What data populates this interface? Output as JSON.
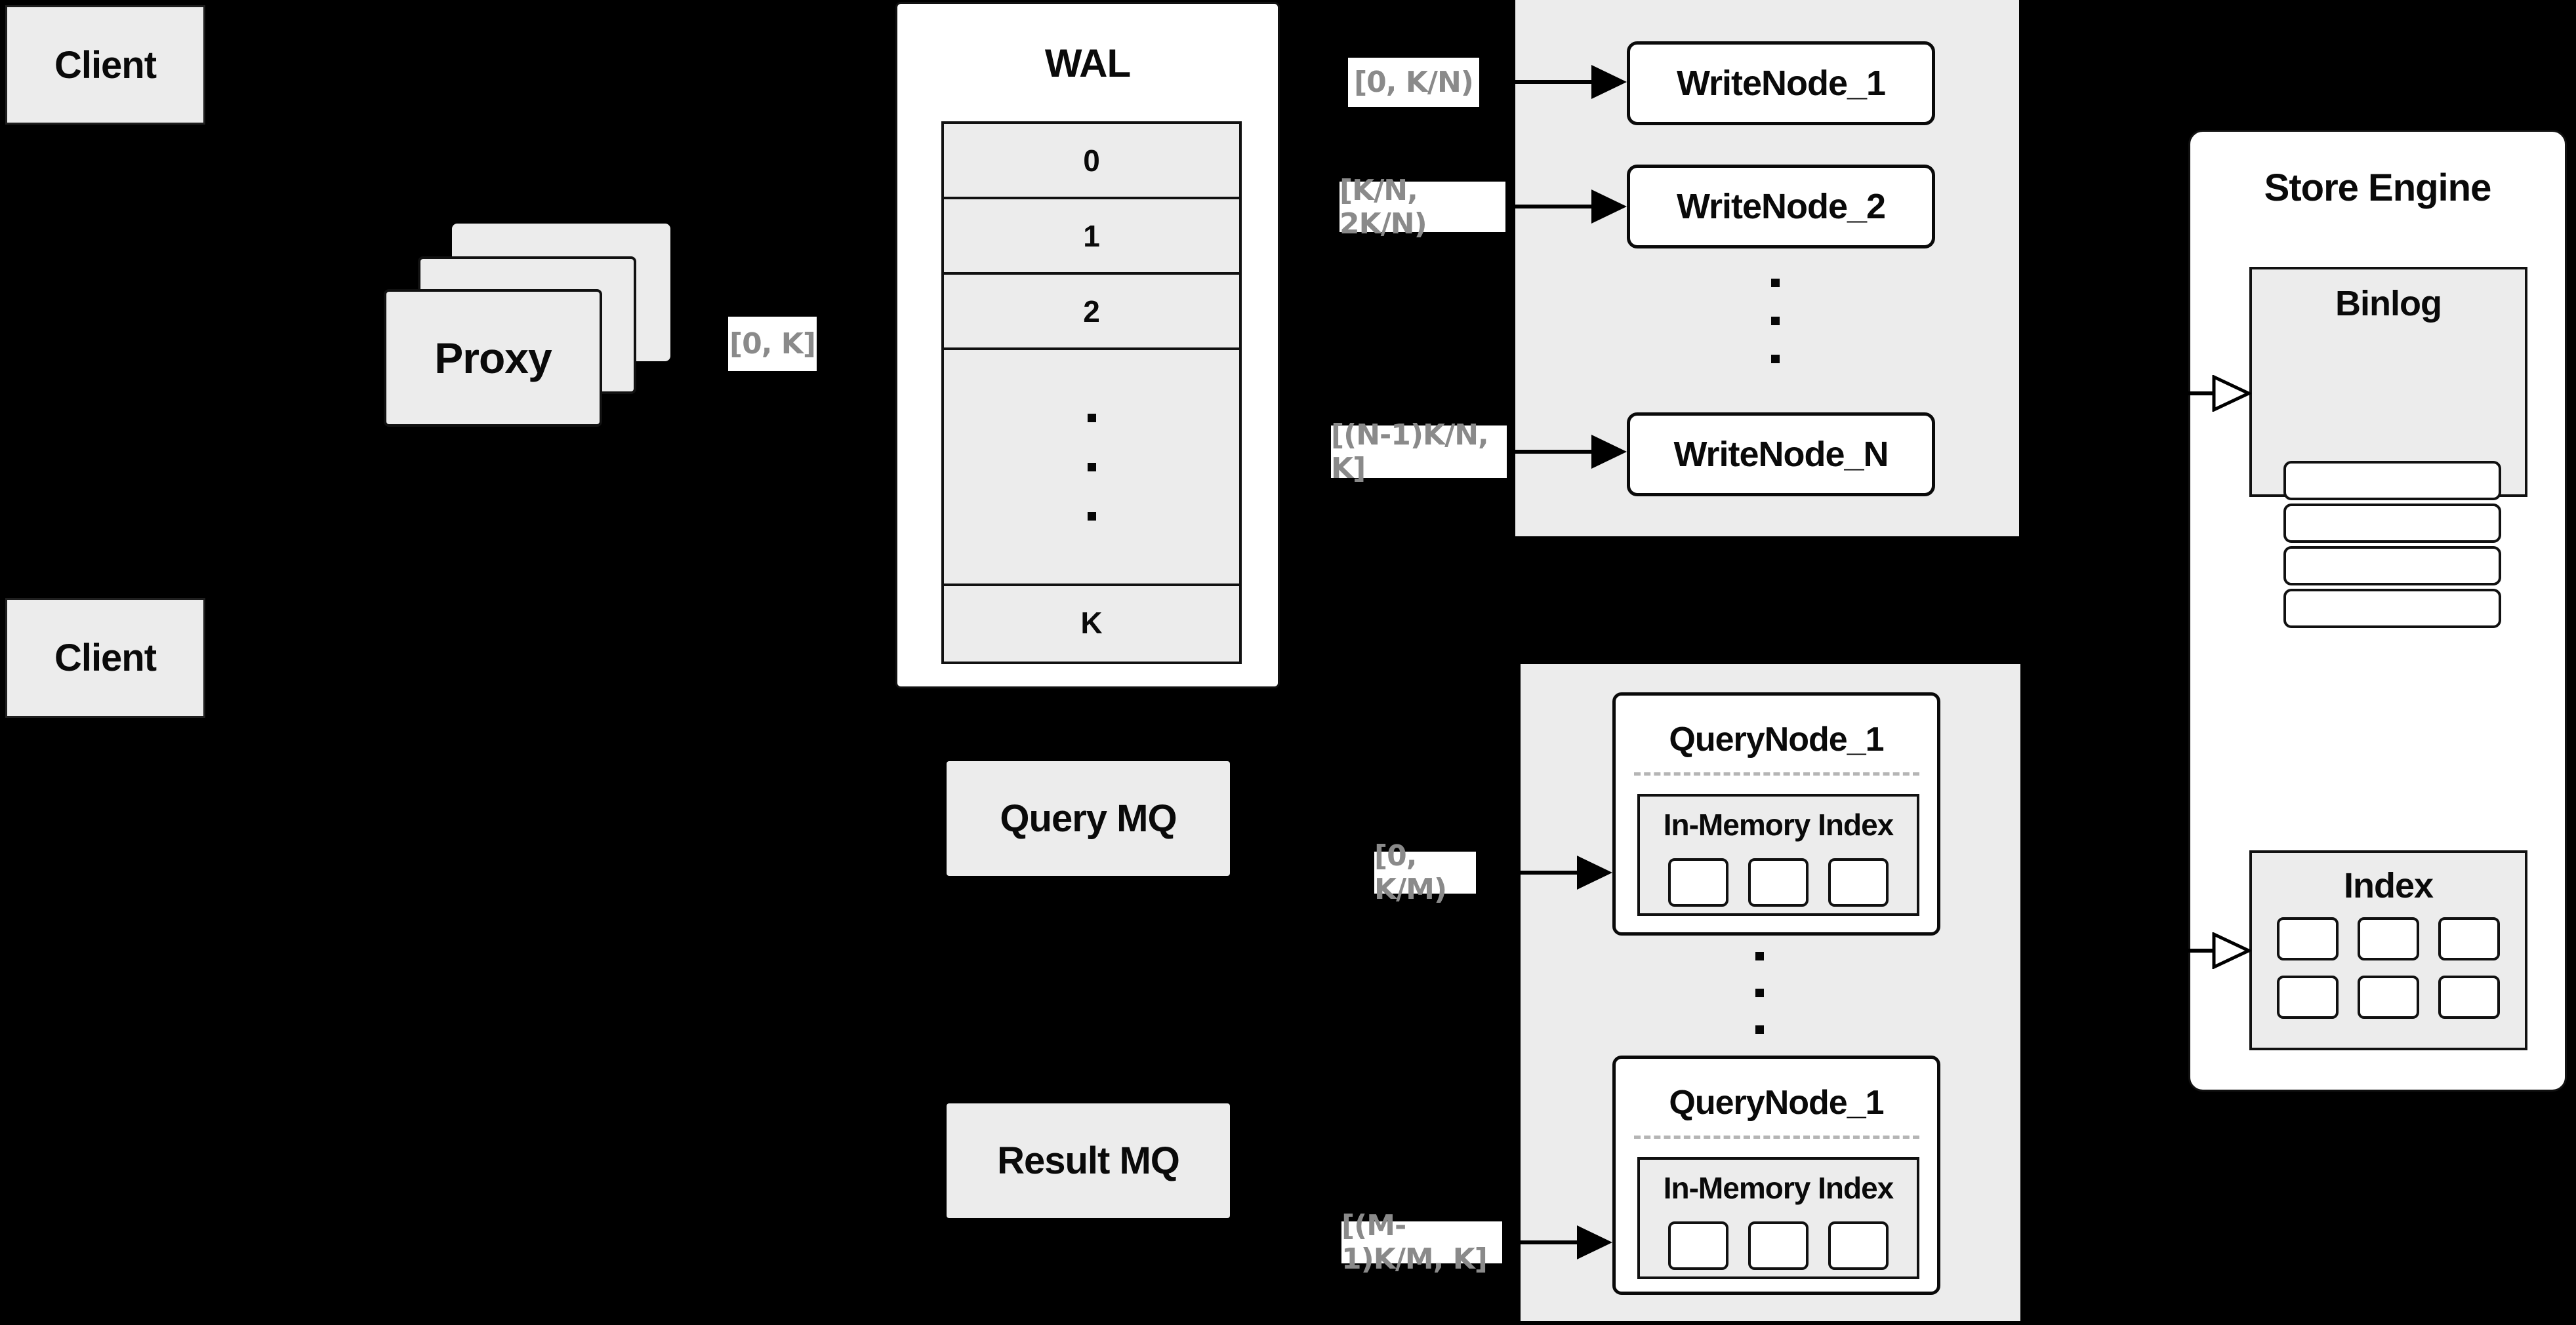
{
  "colors": {
    "background": "#000000",
    "box_gray": "#ececec",
    "box_white": "#ffffff",
    "border": "#111111",
    "range_label_text": "#8a8a8a"
  },
  "clients": {
    "top": "Client",
    "bottom": "Client"
  },
  "proxy": {
    "label": "Proxy",
    "range": "[0, K]"
  },
  "wal": {
    "title": "WAL",
    "rows": [
      "0",
      "1",
      "2"
    ],
    "tail_row": "K"
  },
  "write_group": {
    "nodes": [
      {
        "range": "[0, K/N)",
        "label": "WriteNode_1"
      },
      {
        "range": "[K/N, 2K/N)",
        "label": "WriteNode_2"
      },
      {
        "range": "[(N-1)K/N, K]",
        "label": "WriteNode_N"
      }
    ]
  },
  "mq": {
    "query": "Query MQ",
    "result": "Result MQ"
  },
  "query_group": {
    "nodes": [
      {
        "range": "[0, K/M)",
        "title": "QueryNode_1",
        "inner_title": "In-Memory Index",
        "cells": 3
      },
      {
        "range": "[(M-1)K/M, K]",
        "title": "QueryNode_1",
        "inner_title": "In-Memory Index",
        "cells": 3
      }
    ]
  },
  "store_engine": {
    "title": "Store Engine",
    "binlog": {
      "title": "Binlog",
      "rows": 4
    },
    "index": {
      "title": "Index",
      "rows": 2,
      "cols": 3
    }
  }
}
